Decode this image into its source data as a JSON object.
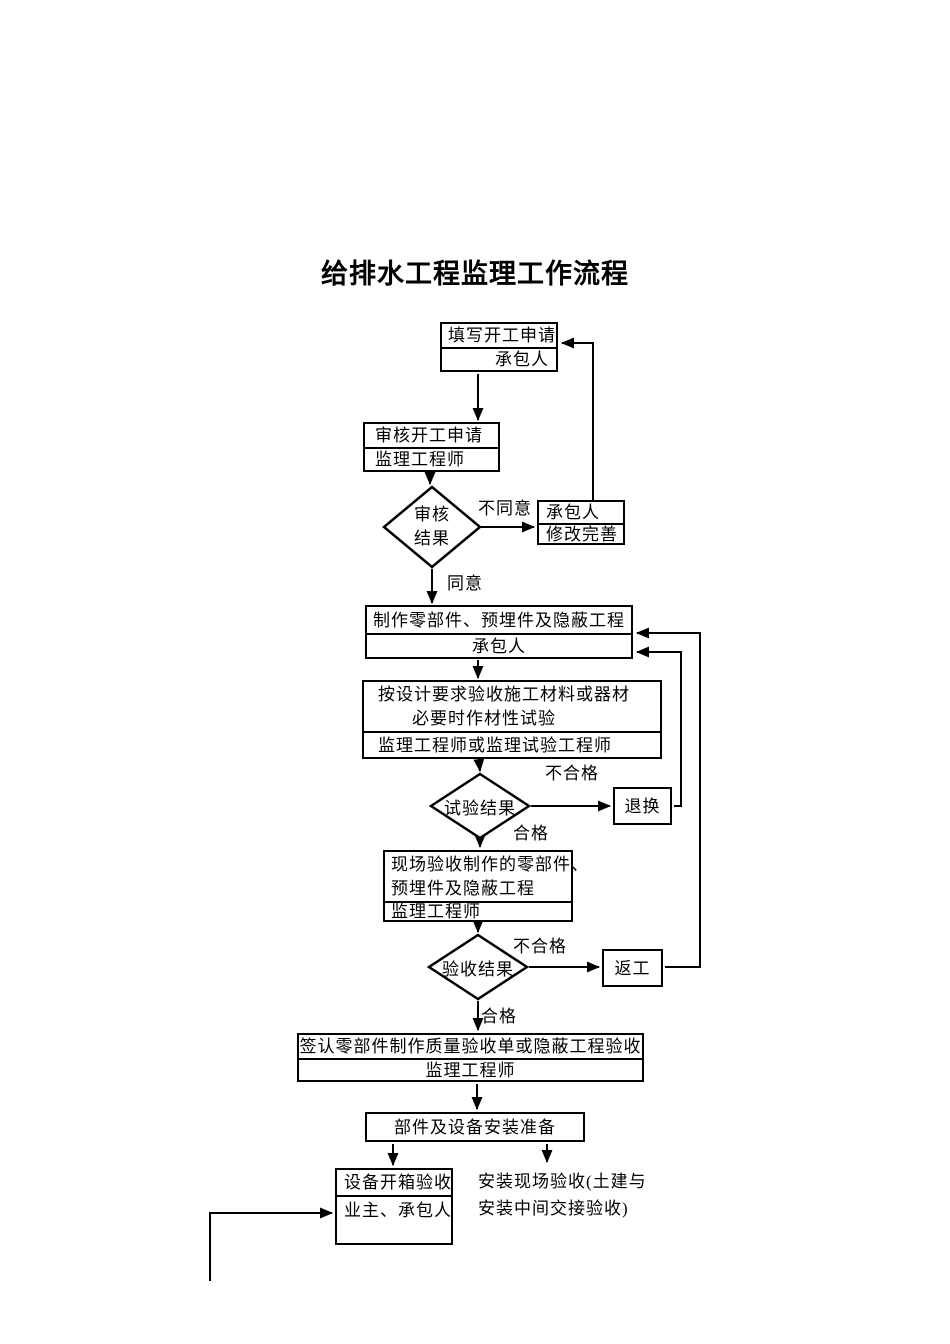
{
  "page": {
    "title": "给排水工程监理工作流程"
  },
  "colors": {
    "background": "#ffffff",
    "line": "#000000",
    "text": "#000000"
  },
  "nodes": {
    "fill_application": {
      "title": "填写开工申请",
      "actor": "承包人"
    },
    "review_application": {
      "title": "审核开工申请",
      "actor": "监理工程师"
    },
    "review_result": {
      "line1": "审核",
      "line2": "结果"
    },
    "revise": {
      "line1": "承包人",
      "line2": "修改完善"
    },
    "fabricate": {
      "title": "制作零部件、预埋件及隐蔽工程",
      "actor": "承包人"
    },
    "material_inspection": {
      "line1": "按设计要求验收施工材料或器材",
      "line2": "必要时作材性试验",
      "actor": "监理工程师或监理试验工程师"
    },
    "test_result": {
      "title": "试验结果"
    },
    "return_exchange": {
      "title": "退换"
    },
    "site_acceptance": {
      "line1": "现场验收制作的零部件、",
      "line2": "预埋件及隐蔽工程",
      "actor": "监理工程师"
    },
    "acceptance_result": {
      "title": "验收结果"
    },
    "rework": {
      "title": "返工"
    },
    "sign_acceptance": {
      "title": "签认零部件制作质量验收单或隐蔽工程验收",
      "actor": "监理工程师"
    },
    "install_preparation": {
      "title": "部件及设备安装准备"
    },
    "unboxing_acceptance": {
      "title": "设备开箱验收",
      "actor": "业主、承包人"
    },
    "install_site_note": {
      "line1": "安装现场验收(土建与",
      "line2": "安装中间交接验收)"
    }
  },
  "edge_labels": {
    "disagree": "不同意",
    "agree": "同意",
    "test_fail": "不合格",
    "test_pass": "合格",
    "acceptance_fail": "不合格",
    "acceptance_pass": "合格"
  }
}
